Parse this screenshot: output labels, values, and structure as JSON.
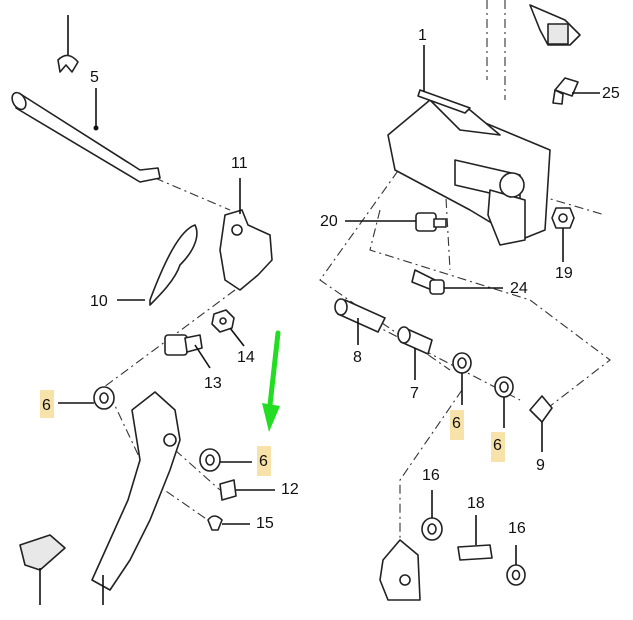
{
  "callouts": [
    {
      "id": "c1",
      "text": "1"
    },
    {
      "id": "c5",
      "text": "5"
    },
    {
      "id": "c25",
      "text": "25"
    },
    {
      "id": "c11",
      "text": "11"
    },
    {
      "id": "c20",
      "text": "20"
    },
    {
      "id": "c19",
      "text": "19"
    },
    {
      "id": "c10",
      "text": "10"
    },
    {
      "id": "c24",
      "text": "24"
    },
    {
      "id": "c14",
      "text": "14"
    },
    {
      "id": "c13",
      "text": "13"
    },
    {
      "id": "c8",
      "text": "8"
    },
    {
      "id": "c7",
      "text": "7"
    },
    {
      "id": "c6a",
      "text": "6"
    },
    {
      "id": "c6b",
      "text": "6"
    },
    {
      "id": "c6c",
      "text": "6"
    },
    {
      "id": "c6d",
      "text": "6"
    },
    {
      "id": "c9",
      "text": "9"
    },
    {
      "id": "c12",
      "text": "12"
    },
    {
      "id": "c15",
      "text": "15"
    },
    {
      "id": "c16a",
      "text": "16"
    },
    {
      "id": "c18",
      "text": "18"
    },
    {
      "id": "c16b",
      "text": "16"
    }
  ],
  "highlight_color": "#f6dd9a",
  "arrow_color": "#22dd22"
}
